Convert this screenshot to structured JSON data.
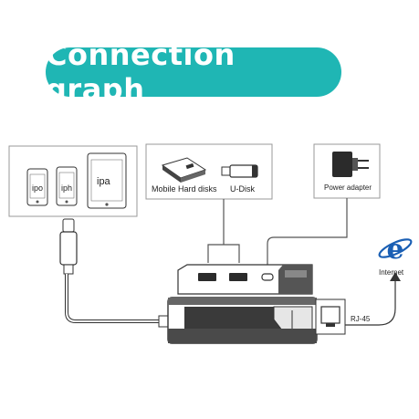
{
  "title": "Connection graph",
  "devices": {
    "ipod_label": "ipo",
    "iphone_label": "iph",
    "ipad_label": "ipa"
  },
  "storage": {
    "hdd_label": "Mobile Hard disks",
    "udisk_label": "U-Disk"
  },
  "power": {
    "label": "Power adapter"
  },
  "network": {
    "internet_label": "Internet",
    "port_label": "RJ-45"
  },
  "colors": {
    "accent": "#1fb6b4",
    "line": "#555555",
    "box_border": "#9a9a9a",
    "ie_blue": "#1a5fb4"
  },
  "icons": [
    "lightning-connector-icon",
    "usb-hub-adapter-icon",
    "hard-disk-icon",
    "usb-stick-icon",
    "power-plug-icon",
    "internet-explorer-icon",
    "ethernet-port-icon",
    "arrow-up-icon"
  ]
}
